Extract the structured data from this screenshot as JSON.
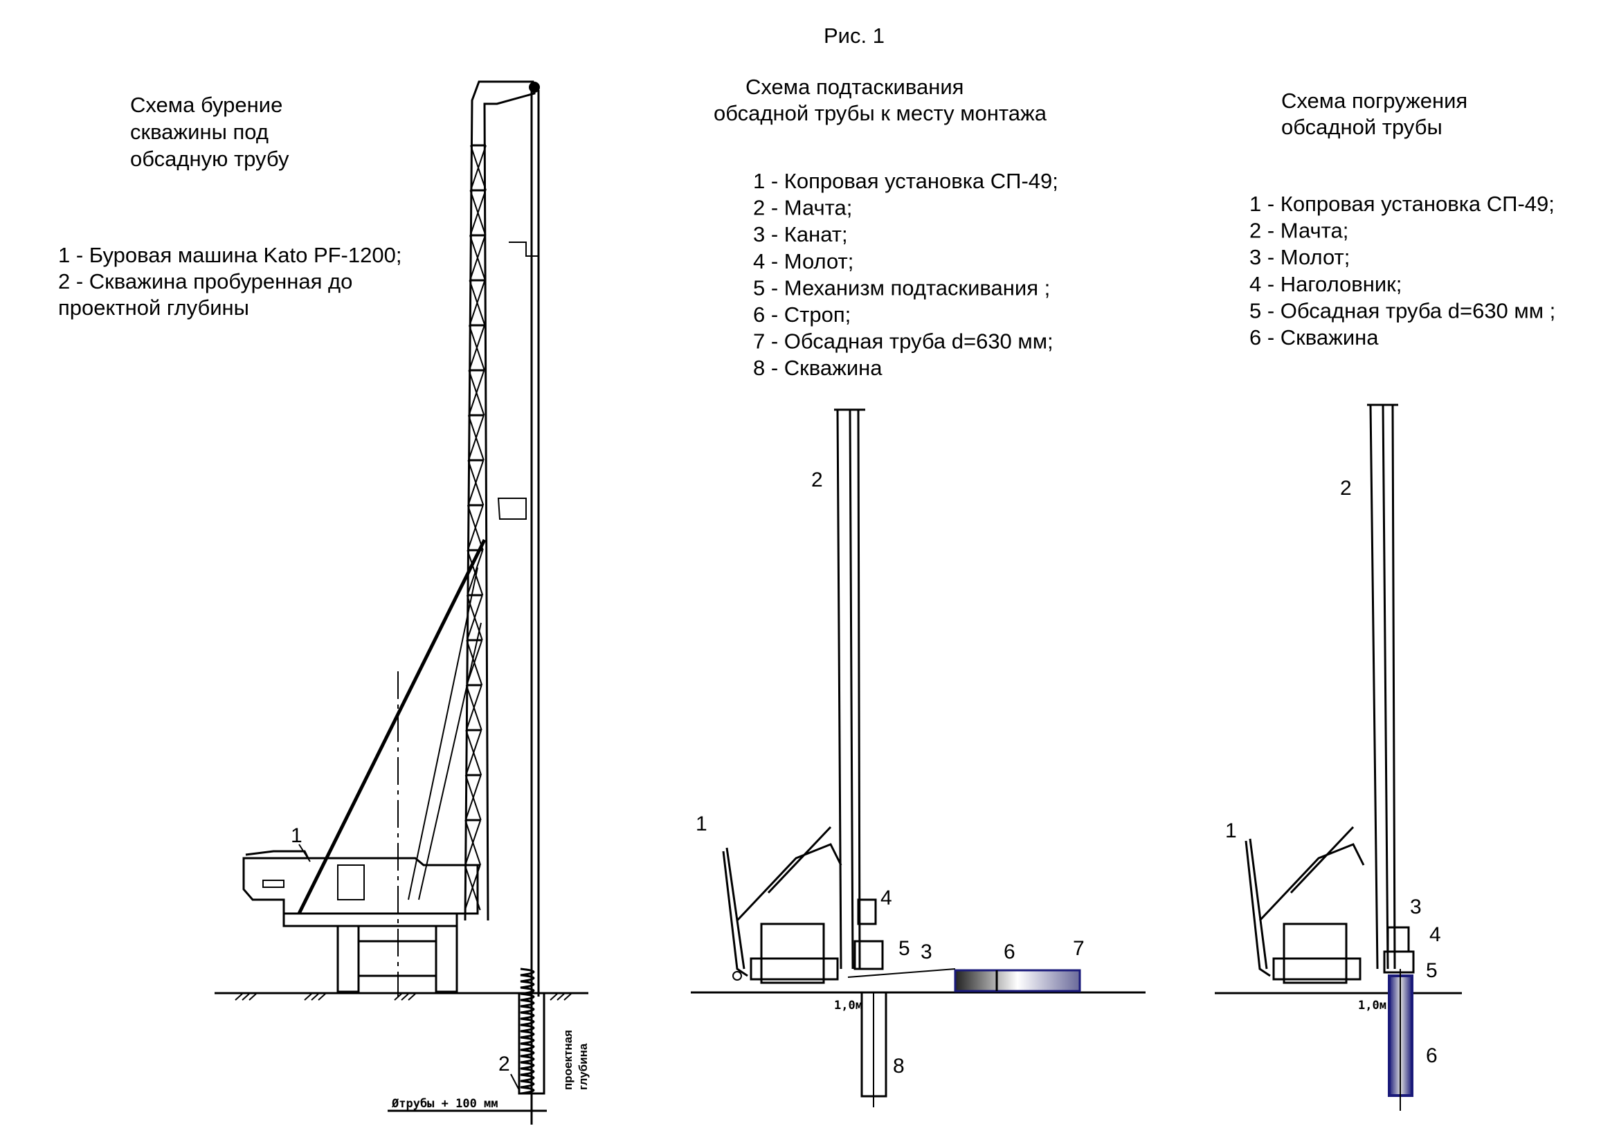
{
  "figure_title": "Рис. 1",
  "left": {
    "title": [
      "Схема бурение",
      "скважины под",
      "обсадную трубу"
    ],
    "legend": [
      "1 - Буровая машина Kato PF-1200;",
      "2 - Скважина пробуренная до",
      "проектной глубины"
    ],
    "callouts": [
      "1",
      "2"
    ],
    "dimension_label": "Øтрубы + 100 мм",
    "depth_label": [
      "проектная",
      "глубина"
    ]
  },
  "middle": {
    "title": [
      "Схема подтаскивания",
      "обсадной трубы к месту монтажа"
    ],
    "legend": [
      "1 - Копровая установка СП-49;",
      "2 - Мачта;",
      "3 - Канат;",
      "4 - Молот;",
      "5 - Механизм подтаскивания ;",
      "6 - Строп;",
      "7 - Обсадная труба d=630 мм;",
      "8 - Скважина"
    ],
    "callouts": [
      "1",
      "2",
      "3",
      "4",
      "5",
      "6",
      "7",
      "8"
    ],
    "dimension_label": "1,0м"
  },
  "right": {
    "title": [
      "Схема погружения",
      "обсадной трубы"
    ],
    "legend": [
      "1 - Копровая установка СП-49;",
      "2 - Мачта;",
      "3 - Молот;",
      "4 - Наголовник;",
      "5 - Обсадная труба d=630 мм ;",
      "6 - Скважина"
    ],
    "callouts": [
      "1",
      "2",
      "3",
      "4",
      "5",
      "6"
    ],
    "dimension_label": "1,0м"
  },
  "colors": {
    "pipe_border": "#1a1a7a",
    "pipe_dark": "#222222",
    "pipe_light": "#ffffff"
  }
}
